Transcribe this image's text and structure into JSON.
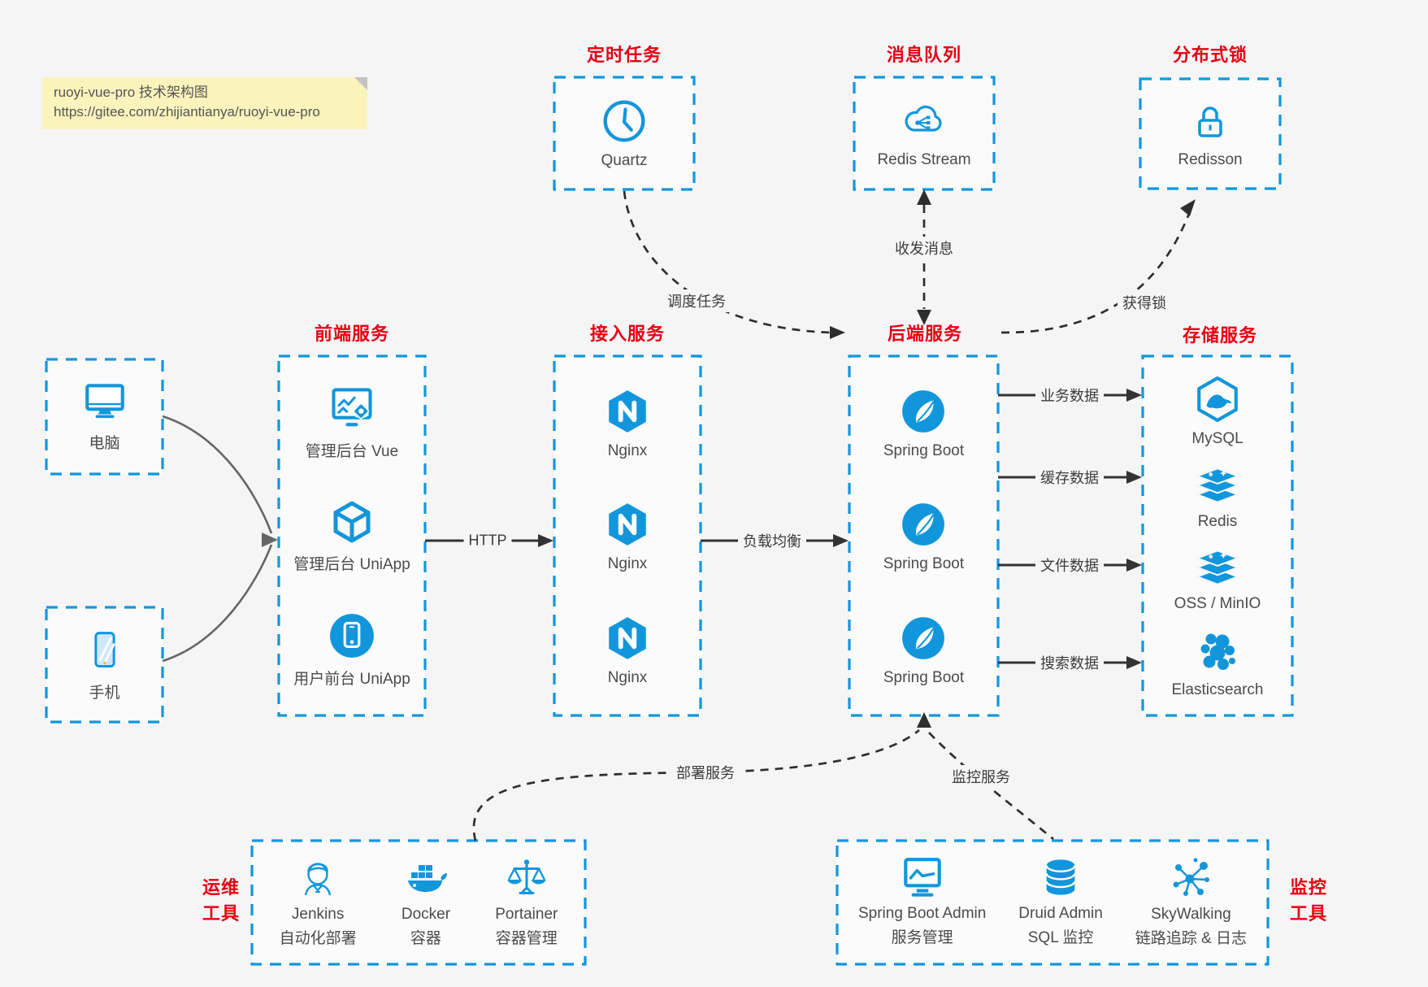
{
  "note": {
    "line1": "ruoyi-vue-pro 技术架构图",
    "line2": "https://gitee.com/zhijiantianya/ruoyi-vue-pro"
  },
  "colors": {
    "accent_blue": "#1296db",
    "title_red": "#e60013",
    "arrow_dark": "#333333",
    "client_arrow_gray": "#666666",
    "note_bg": "#faf3bc",
    "canvas_bg": "#f5f5f6"
  },
  "top_groups": [
    {
      "id": "scheduler",
      "title": "定时任务",
      "node": {
        "icon": "clock-icon",
        "label": "Quartz"
      }
    },
    {
      "id": "mq",
      "title": "消息队列",
      "node": {
        "icon": "cloud-stream-icon",
        "label": "Redis Stream"
      }
    },
    {
      "id": "lock",
      "title": "分布式锁",
      "node": {
        "icon": "lock-icon",
        "label": "Redisson"
      }
    }
  ],
  "clients": [
    {
      "icon": "desktop-icon",
      "label": "电脑"
    },
    {
      "icon": "phone-icon",
      "label": "手机"
    }
  ],
  "columns": [
    {
      "id": "frontend",
      "title": "前端服务",
      "nodes": [
        {
          "icon": "admin-vue-icon",
          "label": "管理后台 Vue"
        },
        {
          "icon": "uniapp-cube-icon",
          "label": "管理后台 UniApp"
        },
        {
          "icon": "user-uniapp-icon",
          "label": "用户前台 UniApp"
        }
      ]
    },
    {
      "id": "gateway",
      "title": "接入服务",
      "nodes": [
        {
          "icon": "nginx-icon",
          "label": "Nginx"
        },
        {
          "icon": "nginx-icon",
          "label": "Nginx"
        },
        {
          "icon": "nginx-icon",
          "label": "Nginx"
        }
      ]
    },
    {
      "id": "backend",
      "title": "后端服务",
      "nodes": [
        {
          "icon": "spring-icon",
          "label": "Spring Boot"
        },
        {
          "icon": "spring-icon",
          "label": "Spring Boot"
        },
        {
          "icon": "spring-icon",
          "label": "Spring Boot"
        }
      ]
    },
    {
      "id": "storage",
      "title": "存储服务",
      "nodes": [
        {
          "icon": "mysql-icon",
          "label": "MySQL"
        },
        {
          "icon": "redis-stack-icon",
          "label": "Redis"
        },
        {
          "icon": "redis-stack-icon",
          "label": "OSS / MinIO"
        },
        {
          "icon": "elasticsearch-icon",
          "label": "Elasticsearch"
        }
      ]
    }
  ],
  "bottom_groups": [
    {
      "id": "ops",
      "title_line1": "运维",
      "title_line2": "工具",
      "nodes": [
        {
          "icon": "jenkins-icon",
          "label": "Jenkins",
          "sublabel": "自动化部署"
        },
        {
          "icon": "docker-icon",
          "label": "Docker",
          "sublabel": "容器"
        },
        {
          "icon": "portainer-icon",
          "label": "Portainer",
          "sublabel": "容器管理"
        }
      ]
    },
    {
      "id": "monitor",
      "title_line1": "监控",
      "title_line2": "工具",
      "nodes": [
        {
          "icon": "spring-boot-admin-icon",
          "label": "Spring Boot Admin",
          "sublabel": "服务管理"
        },
        {
          "icon": "druid-icon",
          "label": "Druid Admin",
          "sublabel": "SQL 监控"
        },
        {
          "icon": "skywalking-icon",
          "label": "SkyWalking",
          "sublabel": "链路追踪 & 日志"
        }
      ]
    }
  ],
  "edges": {
    "http": "HTTP",
    "load_balance": "负载均衡",
    "business_data": "业务数据",
    "cache_data": "缓存数据",
    "file_data": "文件数据",
    "search_data": "搜索数据",
    "schedule": "调度任务",
    "message": "收发消息",
    "acquire_lock": "获得锁",
    "deploy": "部署服务",
    "monitor": "监控服务"
  }
}
